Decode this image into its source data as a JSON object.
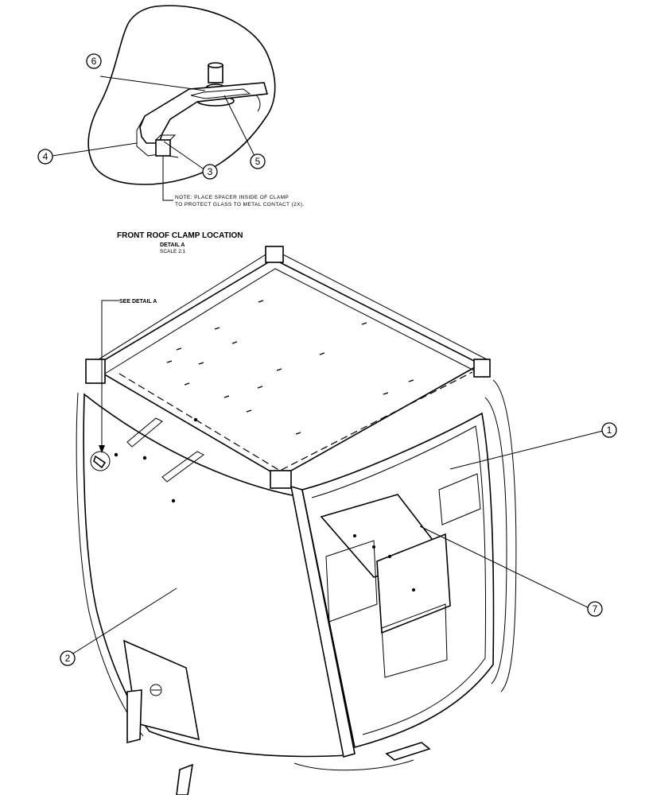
{
  "detail": {
    "title": "FRONT ROOF CLAMP LOCATION",
    "label": "DETAIL  A",
    "scale": "SCALE  2:1"
  },
  "note": {
    "line1": "NOTE: PLACE SPACER INSIDE OF CLAMP",
    "line2": "TO PROTECT GLASS TO METAL CONTACT (2X)."
  },
  "see_detail": "SEE DETAIL  A",
  "callouts": [
    "1",
    "2",
    "3",
    "4",
    "5",
    "6",
    "7"
  ]
}
